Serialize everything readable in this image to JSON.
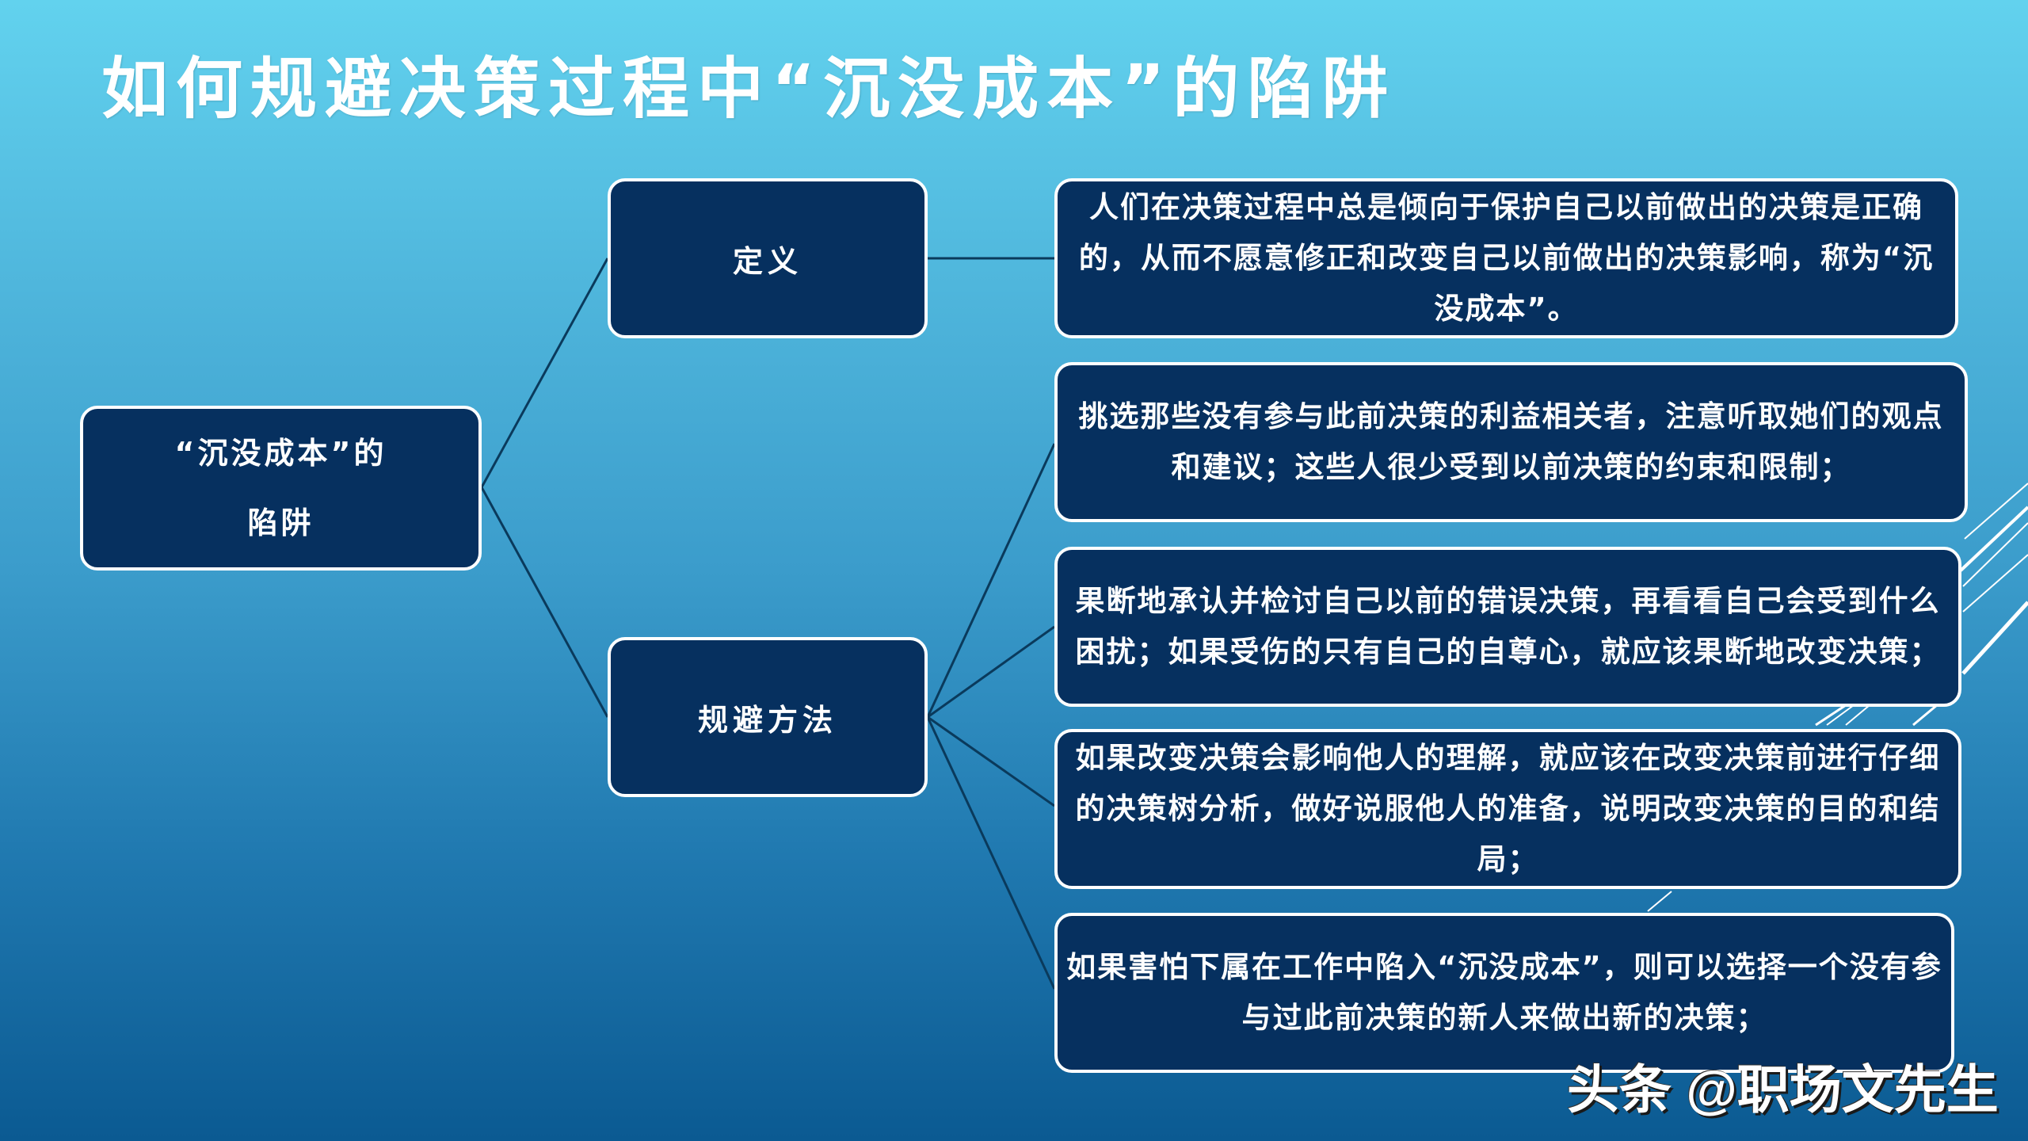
{
  "title": "如何规避决策过程中“沉没成本”的陷阱",
  "colors": {
    "background_top": "#62d2ee",
    "background_bottom": "#0b5a92",
    "node_fill": "#06305f",
    "node_border": "#ffffff",
    "connector": "#0a3a5c",
    "text": "#ffffff"
  },
  "diagram": {
    "type": "mind-map",
    "root": {
      "line1": "“沉没成本”的",
      "line2": "陷阱"
    },
    "branches": [
      {
        "label": "定义",
        "children": [
          "人们在决策过程中总是倾向于保护自己以前做出的决策是正确的，从而不愿意修正和改变自己以前做出的决策影响，称为“沉没成本”。"
        ]
      },
      {
        "label": "规避方法",
        "children": [
          "挑选那些没有参与此前决策的利益相关者，注意听取她们的观点和建议；这些人很少受到以前决策的约束和限制；",
          "果断地承认并检讨自己以前的错误决策，再看看自己会受到什么困扰；如果受伤的只有自己的自尊心，就应该果断地改变决策；",
          "如果改变决策会影响他人的理解，就应该在改变决策前进行仔细的决策树分析，做好说服他人的准备，说明改变决策的目的和结局；",
          "如果害怕下属在工作中陷入“沉没成本”，则可以选择一个没有参与过此前决策的新人来做出新的决策；"
        ]
      }
    ]
  },
  "watermark": "头条 @职场文先生"
}
